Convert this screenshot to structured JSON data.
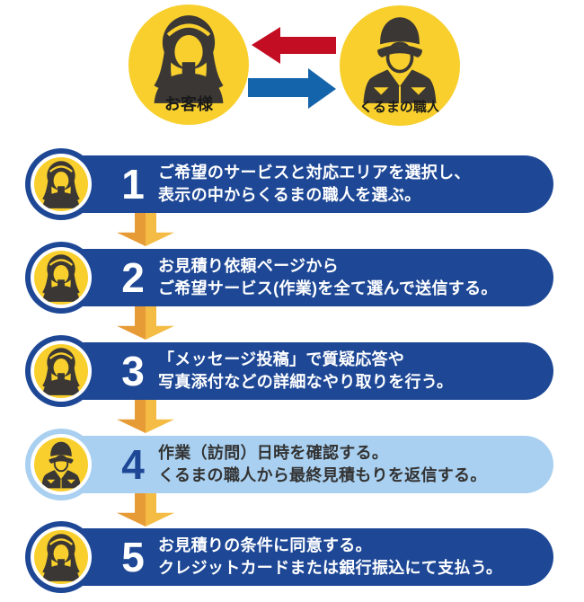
{
  "header": {
    "customer_label": "お客様",
    "craftsman_label": "くるまの職人"
  },
  "steps": [
    {
      "number": "1",
      "actor": "customer",
      "variant": "dark",
      "lines": [
        "ご希望のサービスと対応エリアを選択し、",
        "表示の中からくるまの職人を選ぶ。"
      ]
    },
    {
      "number": "2",
      "actor": "customer",
      "variant": "dark",
      "lines": [
        "お見積り依頼ページから",
        "ご希望サービス(作業)を全て選んで送信する。"
      ]
    },
    {
      "number": "3",
      "actor": "customer",
      "variant": "dark",
      "lines": [
        "「メッセージ投稿」で質疑応答や",
        "写真添付などの詳細なやり取りを行う。"
      ]
    },
    {
      "number": "4",
      "actor": "craftsman",
      "variant": "light",
      "lines": [
        "作業（訪問）日時を確認する。",
        "くるまの職人から最終見積もりを返信する。"
      ]
    },
    {
      "number": "5",
      "actor": "customer",
      "variant": "dark",
      "lines": [
        "お見積りの条件に同意する。",
        "クレジットカードまたは銀行振込にて支払う。"
      ]
    }
  ],
  "colors": {
    "bar_blue": "#1E4896",
    "bar_light_blue": "#A9D0F0",
    "circle_yellow": "#F8CF2C",
    "red_arrow": "#C30D23",
    "blue_arrow": "#1464AB",
    "flow_arrow_dark": "#E79B36",
    "flow_arrow_light": "#F5BC45",
    "icon_dark": "#3B3734"
  }
}
